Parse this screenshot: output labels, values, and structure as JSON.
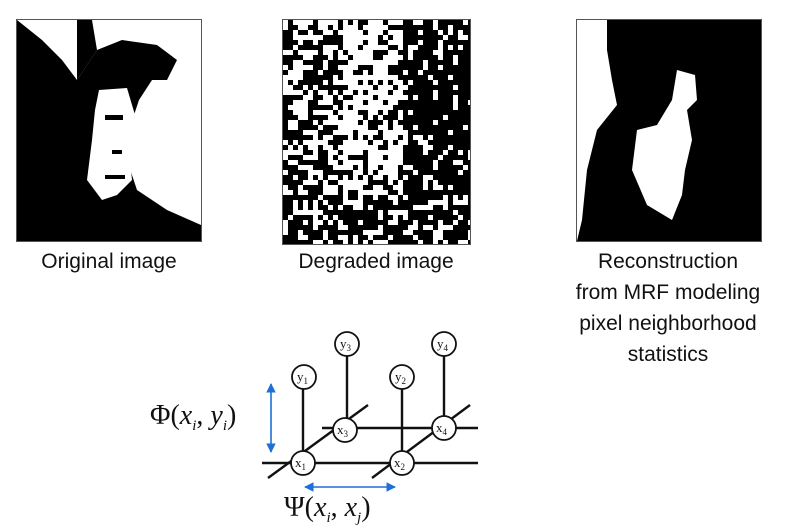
{
  "panels": [
    {
      "caption": "Original image"
    },
    {
      "caption": "Degraded image"
    },
    {
      "caption_lines": [
        "Reconstruction",
        "from MRF modeling",
        "pixel neighborhood",
        "statistics"
      ]
    }
  ],
  "graph": {
    "hidden_nodes": [
      {
        "base": "x",
        "sub": "1"
      },
      {
        "base": "x",
        "sub": "2"
      },
      {
        "base": "x",
        "sub": "3"
      },
      {
        "base": "x",
        "sub": "4"
      }
    ],
    "observed_nodes": [
      {
        "base": "y",
        "sub": "1"
      },
      {
        "base": "y",
        "sub": "2"
      },
      {
        "base": "y",
        "sub": "3"
      },
      {
        "base": "y",
        "sub": "4"
      }
    ],
    "phi_label": {
      "fn": "Φ",
      "a": "x",
      "a_sub": "i",
      "b": "y",
      "b_sub": "i"
    },
    "psi_label": {
      "fn": "Ψ",
      "a": "x",
      "a_sub": "i",
      "b": "x",
      "b_sub": "j"
    },
    "arrow_color": "#1f6fd6"
  }
}
